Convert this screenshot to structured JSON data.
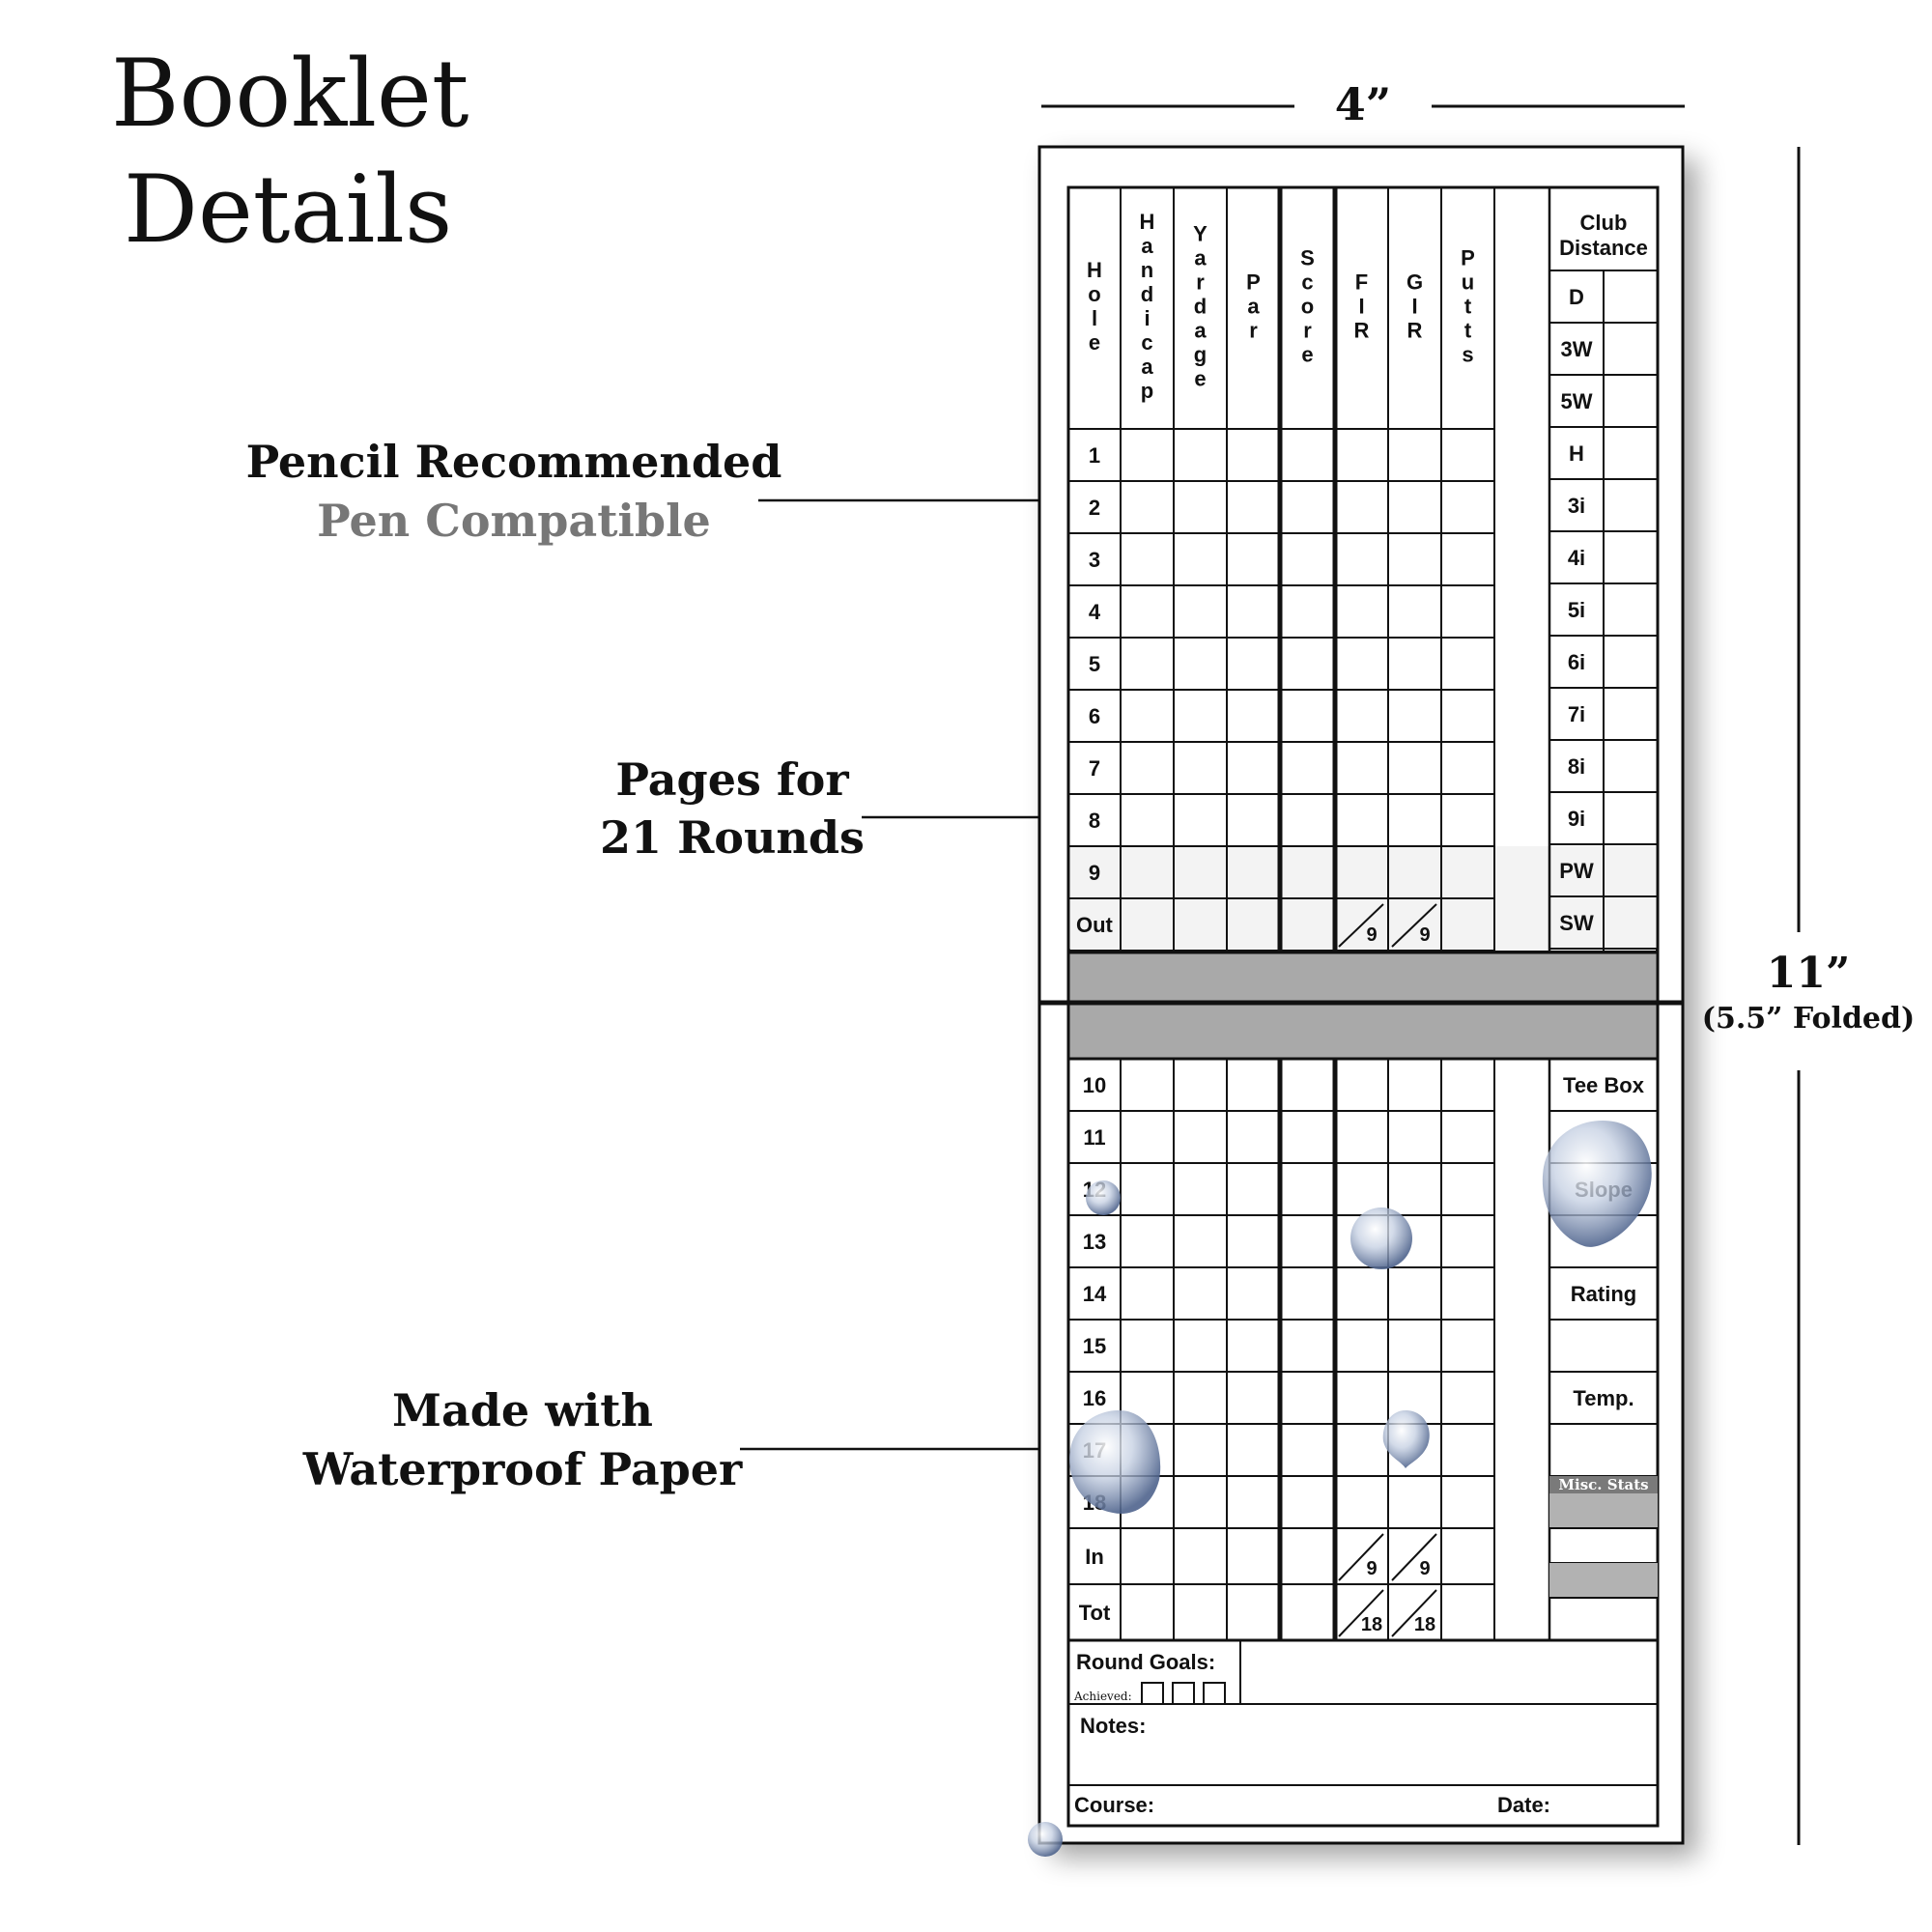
{
  "title": {
    "line1": "Booklet",
    "line2": "Details"
  },
  "dimensions": {
    "width_label": "4”",
    "height_label": "11”",
    "folded_label": "(5.5” Folded)"
  },
  "callouts": {
    "pencil_line1": "Pencil Recommended",
    "pencil_line2": "Pen Compatible",
    "pages_line1": "Pages for",
    "pages_line2": "21 Rounds",
    "water_line1": "Made with",
    "water_line2": "Waterproof Paper"
  },
  "scorecard": {
    "headers": [
      "Hole",
      "Handicap",
      "Yardage",
      "Par",
      "Score",
      "FIR",
      "GIR",
      "Putts"
    ],
    "front_holes": [
      "1",
      "2",
      "3",
      "4",
      "5",
      "6",
      "7",
      "8",
      "9",
      "Out"
    ],
    "back_holes": [
      "10",
      "11",
      "12",
      "13",
      "14",
      "15",
      "16",
      "17",
      "18",
      "In",
      "Tot"
    ],
    "out_fraction": "9",
    "in_fraction": "9",
    "tot_fraction": "18",
    "club_header_line1": "Club",
    "club_header_line2": "Distance",
    "clubs": [
      "D",
      "3W",
      "5W",
      "H",
      "3i",
      "4i",
      "5i",
      "6i",
      "7i",
      "8i",
      "9i",
      "PW",
      "SW"
    ],
    "course_info": [
      "Tee Box",
      "Slope",
      "Rating",
      "Temp."
    ],
    "misc_stats": "Misc. Stats",
    "round_goals": "Round Goals:",
    "achieved": "Achieved:",
    "notes": "Notes:",
    "course": "Course:",
    "date": "Date:"
  }
}
